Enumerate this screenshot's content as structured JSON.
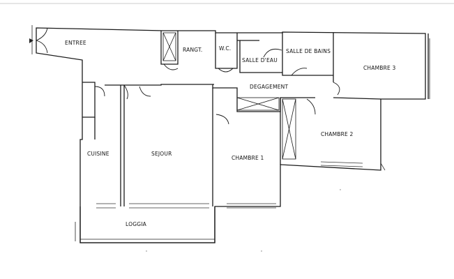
{
  "rooms": {
    "entree": "ENTREE",
    "rangt": "RANGT.",
    "wc": "W.C.",
    "salle_deau": "SALLE D'EAU",
    "salle_de_bains": "SALLE DE BAINS",
    "chambre_3": "CHAMBRE 3",
    "degagement": "DEGAGEMENT",
    "chambre_2": "CHAMBRE 2",
    "cuisine": "CUISINE",
    "sejour": "SEJOUR",
    "chambre_1": "CHAMBRE 1",
    "loggia": "LOGGIA"
  }
}
